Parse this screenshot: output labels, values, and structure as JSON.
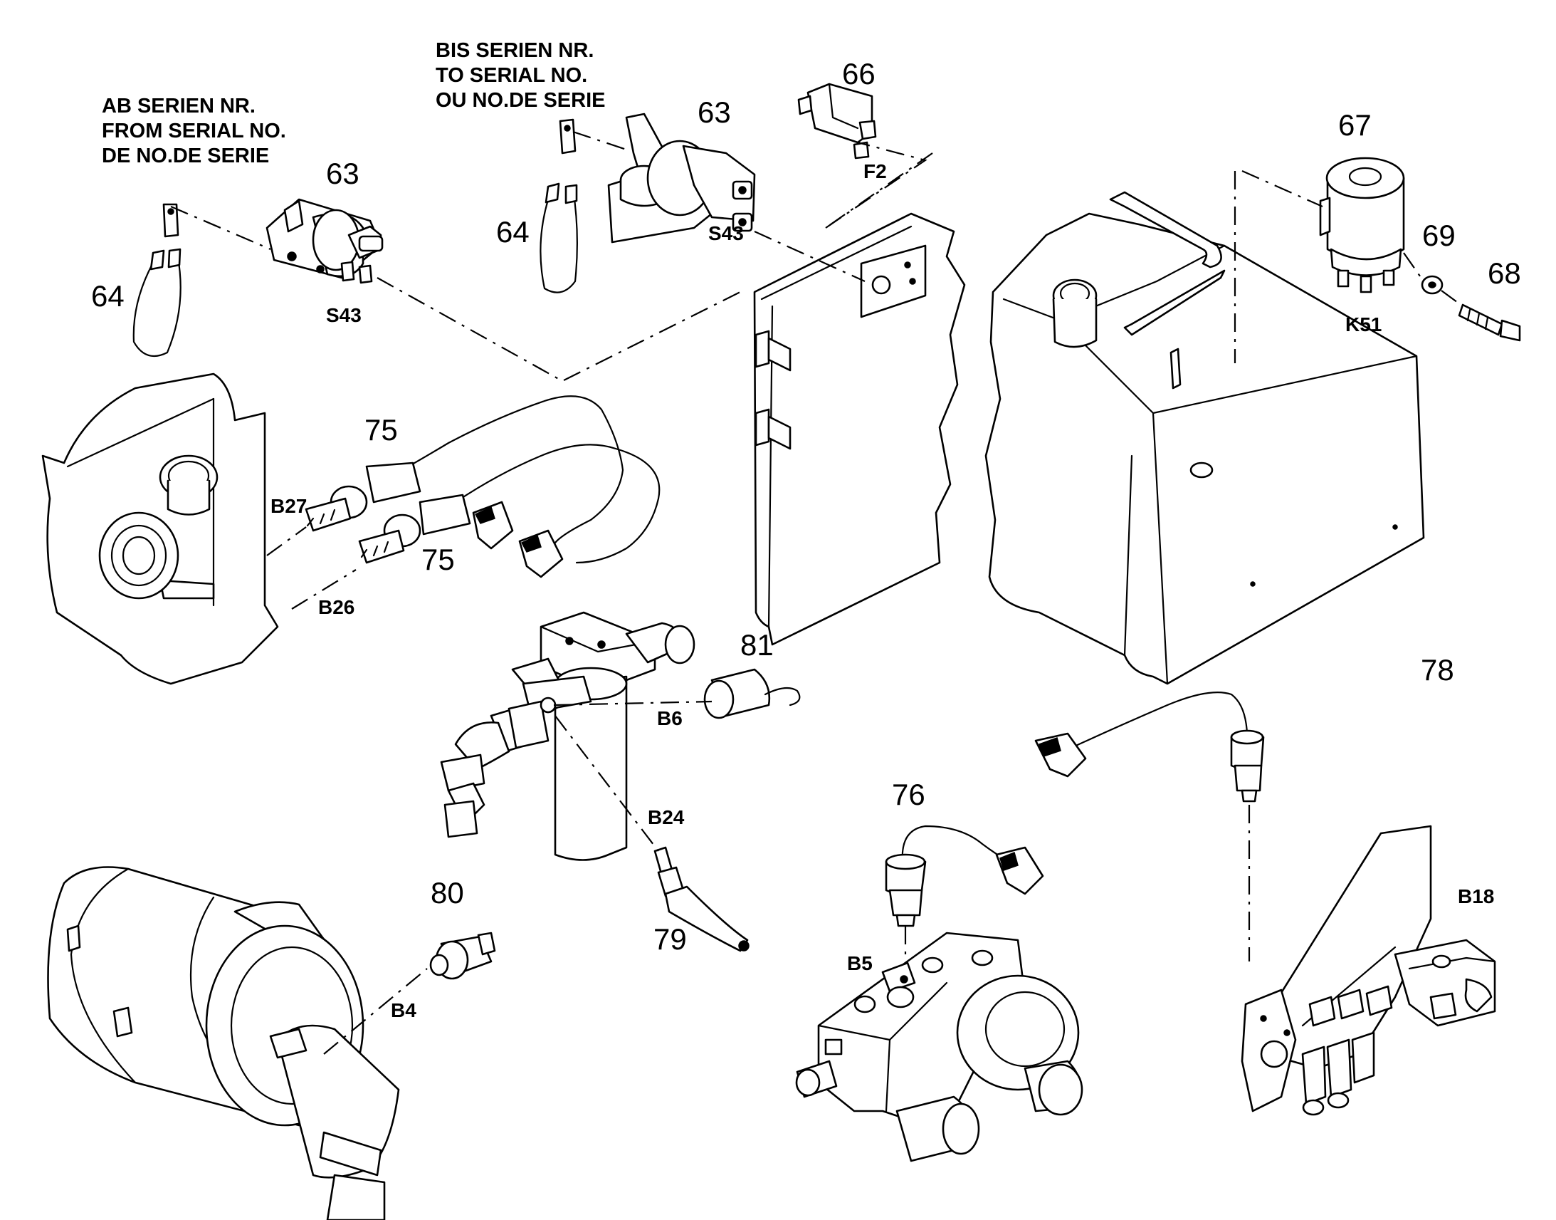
{
  "notes": {
    "from_serial": [
      "AB SERIEN NR.",
      "FROM SERIAL NO.",
      "DE NO.DE SERIE"
    ],
    "to_serial": [
      "BIS SERIEN NR.",
      "TO SERIAL NO.",
      "OU NO.DE SERIE"
    ]
  },
  "item_numbers": {
    "n63a": "63",
    "n63b": "63",
    "n64a": "64",
    "n64b": "64",
    "n66": "66",
    "n67": "67",
    "n68": "68",
    "n69": "69",
    "n75a": "75",
    "n75b": "75",
    "n76": "76",
    "n78": "78",
    "n79": "79",
    "n80": "80",
    "n81": "81"
  },
  "device_codes": {
    "s43a": "S43",
    "s43b": "S43",
    "f2": "F2",
    "k51": "K51",
    "b27": "B27",
    "b26": "B26",
    "b6": "B6",
    "b24": "B24",
    "b5": "B5",
    "b4": "B4",
    "b18": "B18"
  }
}
